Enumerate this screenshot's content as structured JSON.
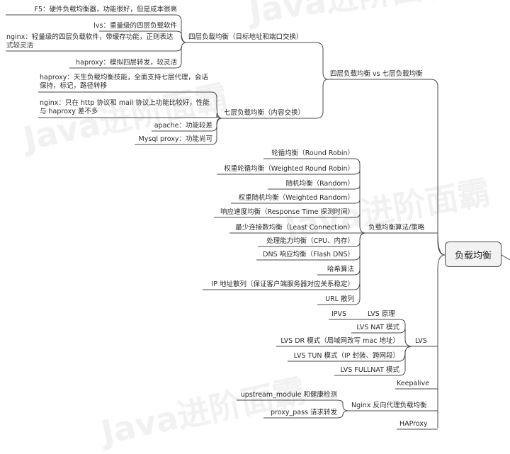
{
  "watermarks": [
    "Java进阶面霸",
    "Java进阶面霸",
    "Java进阶面霸",
    "Java进阶面霸"
  ],
  "root": "负载均衡",
  "branches": {
    "b1": "四层负载均衡 vs 七层负载均衡",
    "b1_l4": "四层负载均衡（目标地址和端口交换）",
    "b1_l4_items": [
      "F5：硬件负载均衡器，功能很好，但是成本很高",
      "lvs：重量级的四层负载软件",
      "nginx：轻量级的四层负载软件，带缓存功能，正则表达式较灵活",
      "haproxy：模拟四层转发，较灵活"
    ],
    "b1_l7": "七层负载均衡（内容交换）",
    "b1_l7_items": [
      "haproxy：天生负载均衡技能，全面支持七层代理，会话保持，标记，路径转移",
      "nginx：只在 http 协议和 mail 协议上功能比较好，性能与 haproxy 差不多",
      "apache：功能较差",
      "Mysql proxy：功能尚可"
    ],
    "b2": "负载均衡算法/策略",
    "b2_items": [
      "轮循均衡（Round Robin）",
      "权重轮循均衡（Weighted Round Robin）",
      "随机均衡（Random）",
      "权重随机均衡（Weighted Random）",
      "响应速度均衡（Response Time 探测时间）",
      "最少连接数均衡（Least Connection）",
      "处理能力均衡（CPU、内存）",
      "DNS 响应均衡（Flash DNS）",
      "哈希算法",
      "IP 地址散列（保证客户端服务器对应关系稳定）",
      "URL 散列"
    ],
    "b3": "LVS",
    "b3_principle": "LVS 原理",
    "b3_principle_items": [
      "IPVS"
    ],
    "b3_items": [
      "LVS NAT 模式",
      "LVS DR 模式（局域网改写 mac 地址）",
      "LVS TUN 模式（IP 封装、跨网段）",
      "LVS FULLNAT 模式"
    ],
    "b4": "Keepalive",
    "b5": "Nginx 反向代理负载均衡",
    "b5_items": [
      "upstream_module 和健康检测",
      "proxy_pass 请求转发"
    ],
    "b6": "HAProxy"
  },
  "colors": {
    "line": "#4a4a4a",
    "text": "#2b2b2b",
    "root_fill": "#f2f2f2"
  }
}
